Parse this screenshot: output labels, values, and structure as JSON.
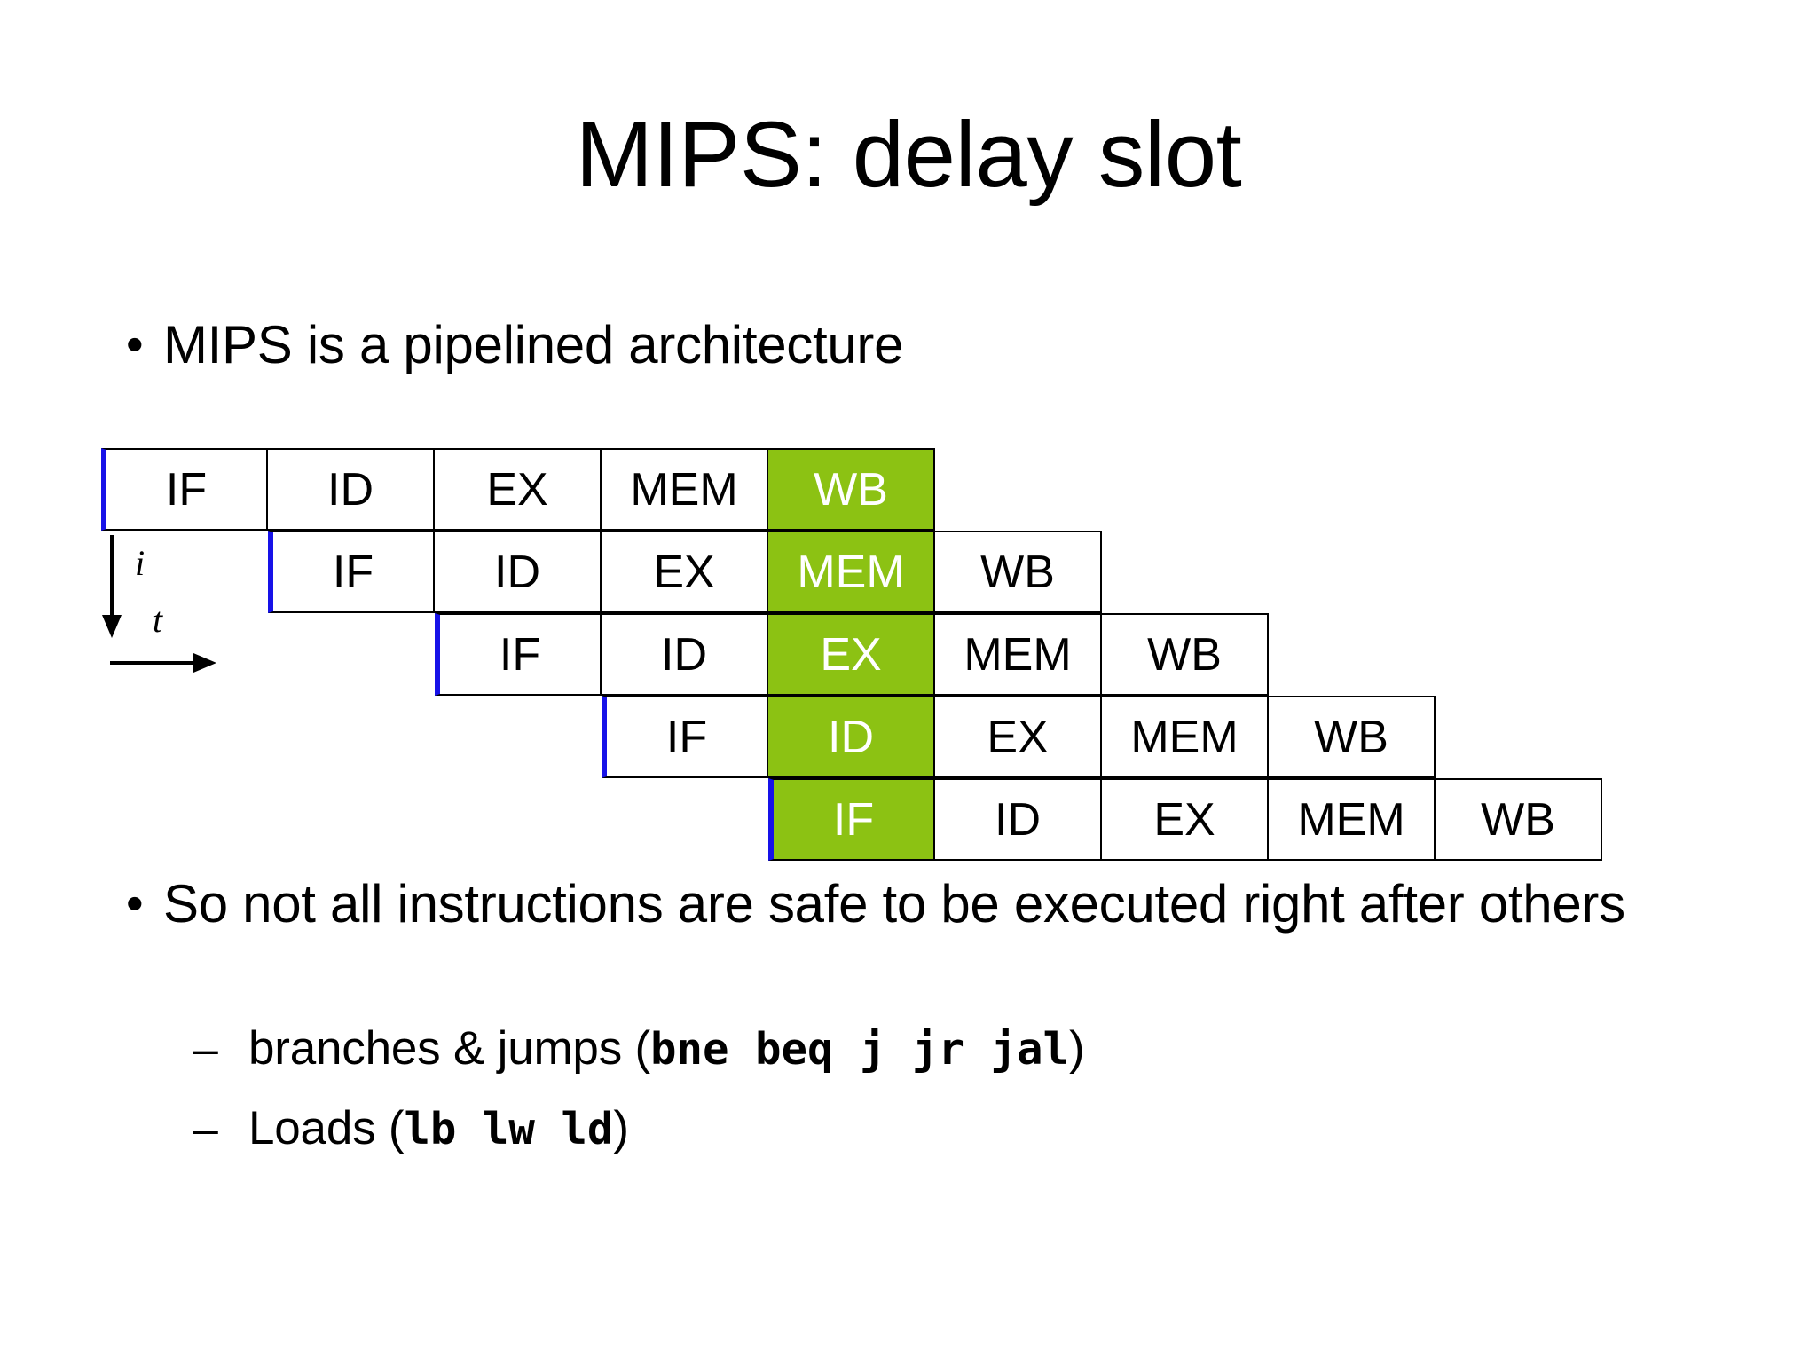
{
  "slide": {
    "title": "MIPS: delay slot",
    "bullet_mark": "•",
    "sub_dash": "–"
  },
  "bullets": [
    {
      "text": "MIPS is a pipelined architecture"
    },
    {
      "text": "So not all instructions are safe to be executed right after others"
    }
  ],
  "sub_bullets": [
    {
      "prefix": "branches  & jumps (",
      "code": "bne beq j jr jal",
      "suffix": ")"
    },
    {
      "prefix": "Loads (",
      "code": "lb lw ld",
      "suffix": ")"
    }
  ],
  "pipeline": {
    "stages": [
      "IF",
      "ID",
      "EX",
      "MEM",
      "WB"
    ],
    "highlight_color": "#8CC213",
    "highlight_text_color": "#FFFFFF",
    "start_marker_color": "#1712E8",
    "cell_border_color": "#000000",
    "rows": [
      {
        "offset": 0,
        "cells": [
          {
            "label": "IF",
            "highlighted": false
          },
          {
            "label": "ID",
            "highlighted": false
          },
          {
            "label": "EX",
            "highlighted": false
          },
          {
            "label": "MEM",
            "highlighted": false
          },
          {
            "label": "WB",
            "highlighted": true
          }
        ]
      },
      {
        "offset": 1,
        "cells": [
          {
            "label": "IF",
            "highlighted": false
          },
          {
            "label": "ID",
            "highlighted": false
          },
          {
            "label": "EX",
            "highlighted": false
          },
          {
            "label": "MEM",
            "highlighted": true
          },
          {
            "label": "WB",
            "highlighted": false
          }
        ]
      },
      {
        "offset": 2,
        "cells": [
          {
            "label": "IF",
            "highlighted": false
          },
          {
            "label": "ID",
            "highlighted": false
          },
          {
            "label": "EX",
            "highlighted": true
          },
          {
            "label": "MEM",
            "highlighted": false
          },
          {
            "label": "WB",
            "highlighted": false
          }
        ]
      },
      {
        "offset": 3,
        "cells": [
          {
            "label": "IF",
            "highlighted": false
          },
          {
            "label": "ID",
            "highlighted": true
          },
          {
            "label": "EX",
            "highlighted": false
          },
          {
            "label": "MEM",
            "highlighted": false
          },
          {
            "label": "WB",
            "highlighted": false
          }
        ]
      },
      {
        "offset": 4,
        "cells": [
          {
            "label": "IF",
            "highlighted": true
          },
          {
            "label": "ID",
            "highlighted": false
          },
          {
            "label": "EX",
            "highlighted": false
          },
          {
            "label": "MEM",
            "highlighted": false
          },
          {
            "label": "WB",
            "highlighted": false
          }
        ]
      }
    ],
    "axes": [
      {
        "name": "instruction-axis",
        "label": "i",
        "direction": "down"
      },
      {
        "name": "time-axis",
        "label": "t",
        "direction": "right"
      }
    ]
  }
}
